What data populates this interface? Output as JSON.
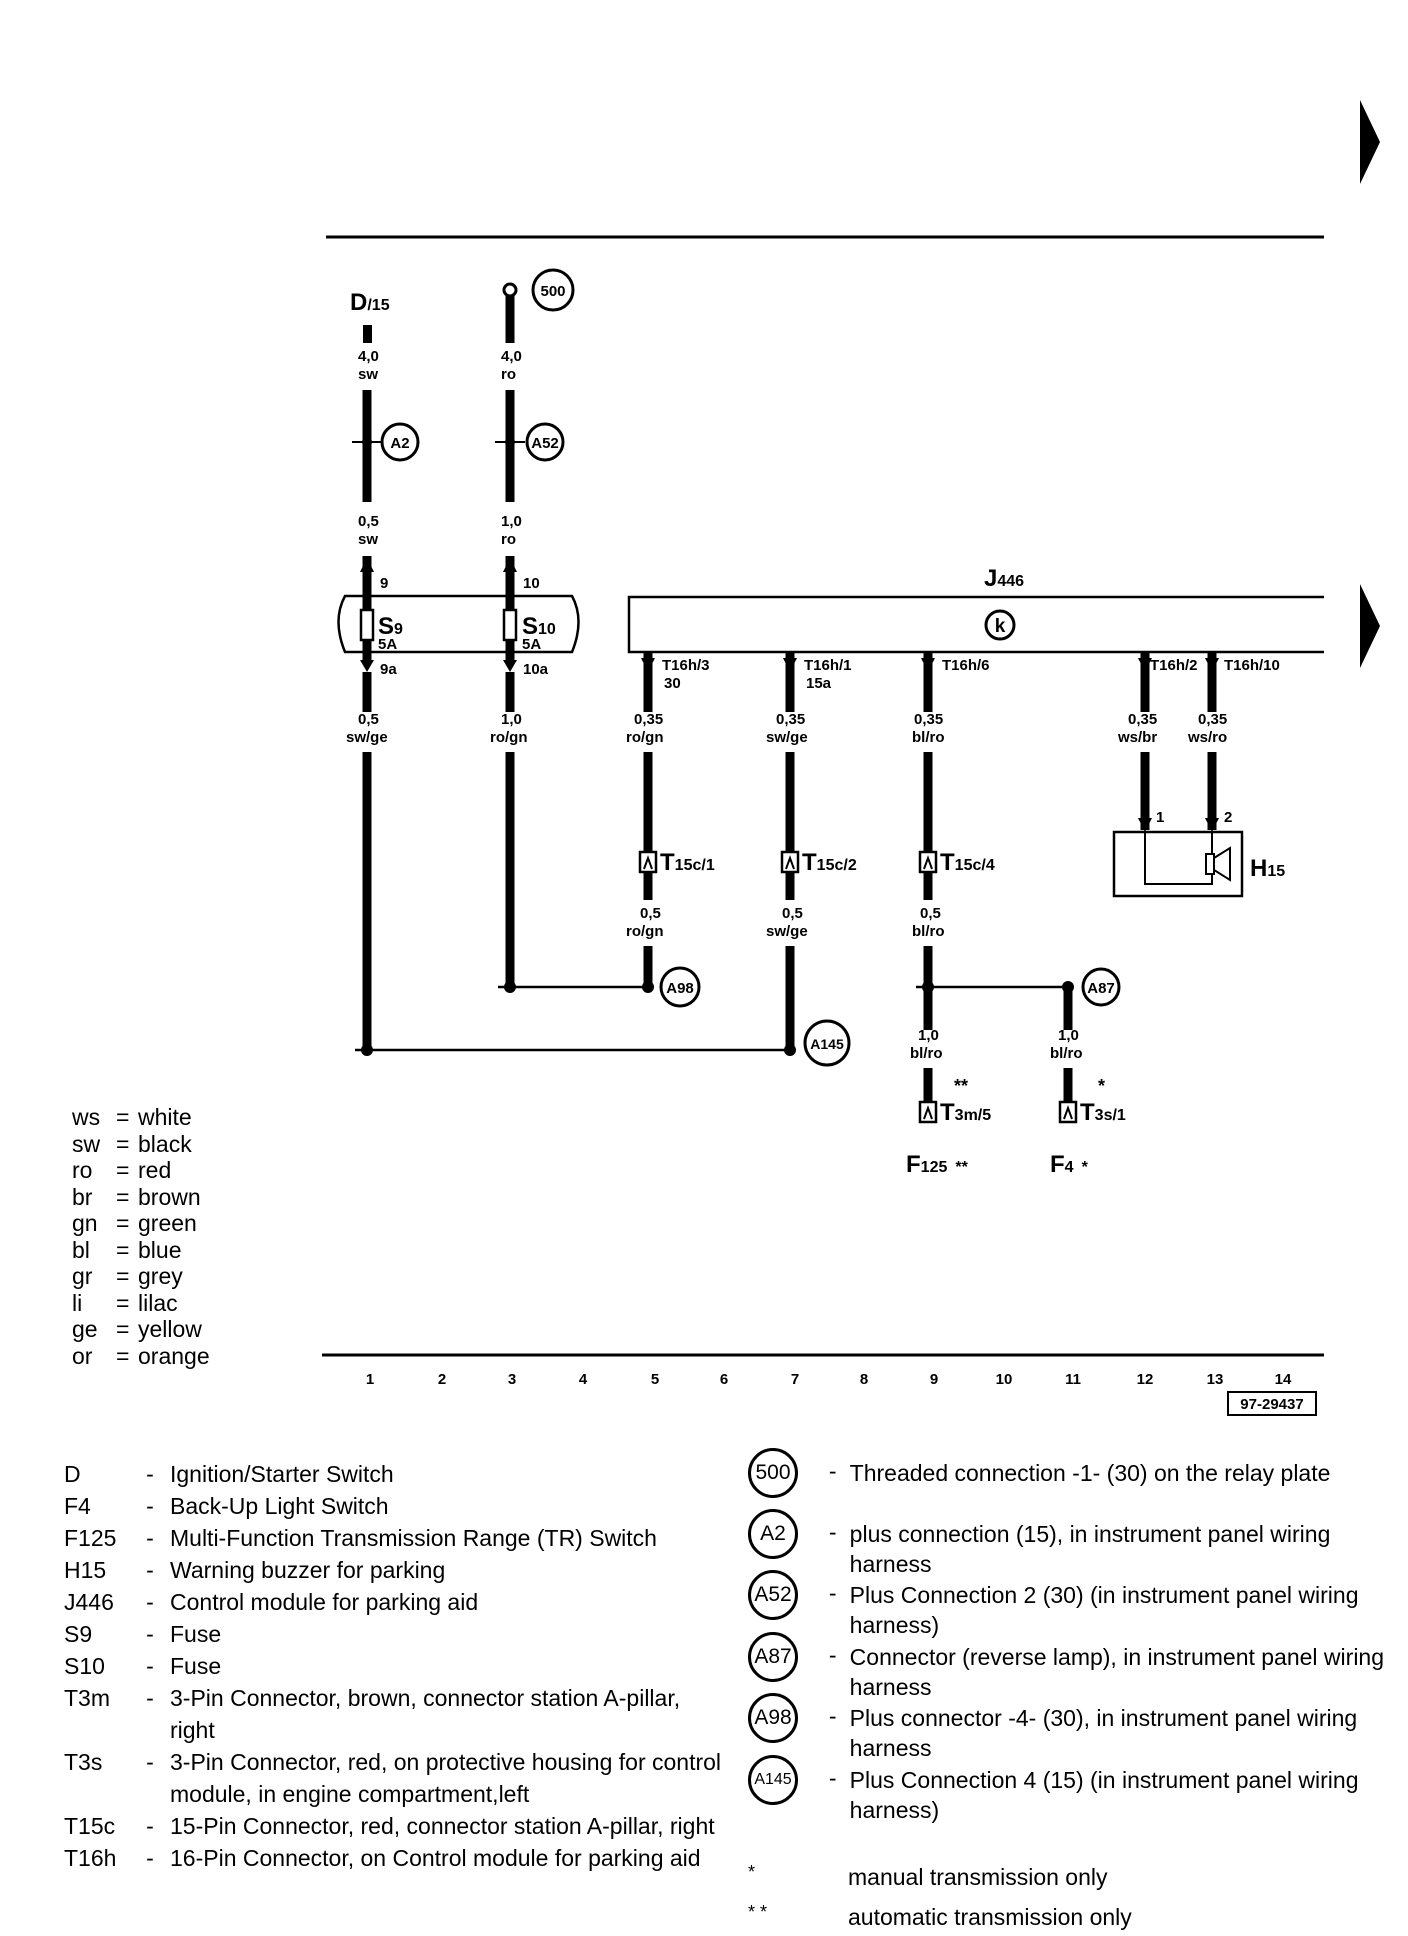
{
  "top_rule": true,
  "nodes": {
    "d15": {
      "main": "D",
      "sub": "/15"
    },
    "j446": {
      "main": "J",
      "sub": "446"
    },
    "k_symbol": "k",
    "h15": {
      "main": "H",
      "sub": "15"
    },
    "s9": {
      "main": "S",
      "sub": "9",
      "rating": "5A",
      "pin_in": "9",
      "pin_out": "9a"
    },
    "s10": {
      "main": "S",
      "sub": "10",
      "rating": "5A",
      "pin_in": "10",
      "pin_out": "10a"
    },
    "f125": {
      "main": "F",
      "sub": "125",
      "mark": "**"
    },
    "f4": {
      "main": "F",
      "sub": "4",
      "mark": "*"
    }
  },
  "wires": {
    "w1a": {
      "size": "4,0",
      "color": "sw"
    },
    "w3a": {
      "size": "4,0",
      "color": "ro"
    },
    "w1b": {
      "size": "0,5",
      "color": "sw"
    },
    "w3b": {
      "size": "1,0",
      "color": "ro"
    },
    "w1c": {
      "size": "0,5",
      "color": "sw/ge"
    },
    "w3c": {
      "size": "1,0",
      "color": "ro/gn"
    },
    "w5a": {
      "size": "0,35",
      "color": "ro/gn"
    },
    "w7a": {
      "size": "0,35",
      "color": "sw/ge"
    },
    "w9a": {
      "size": "0,35",
      "color": "bl/ro"
    },
    "w12a": {
      "size": "0,35",
      "color": "ws/br"
    },
    "w13a": {
      "size": "0,35",
      "color": "ws/ro"
    },
    "w5b": {
      "size": "0,5",
      "color": "ro/gn"
    },
    "w7b": {
      "size": "0,5",
      "color": "sw/ge"
    },
    "w9b": {
      "size": "0,5",
      "color": "bl/ro"
    },
    "w9c": {
      "size": "1,0",
      "color": "bl/ro"
    },
    "w11c": {
      "size": "1,0",
      "color": "bl/ro"
    }
  },
  "pins": {
    "t16h3": {
      "label": "T16h/3",
      "term": "30"
    },
    "t16h1": {
      "label": "T16h/1",
      "term": "15a"
    },
    "t16h6": {
      "label": "T16h/6"
    },
    "t16h2": {
      "label": "T16h/2"
    },
    "t16h10": {
      "label": "T16h/10"
    },
    "h15_1": "1",
    "h15_2": "2"
  },
  "connectors": {
    "t15c1": {
      "main": "T",
      "sub": "15c/1"
    },
    "t15c2": {
      "main": "T",
      "sub": "15c/2"
    },
    "t15c4": {
      "main": "T",
      "sub": "15c/4"
    },
    "t3m5": {
      "main": "T",
      "sub": "3m/5",
      "mark": "**"
    },
    "t3s1": {
      "main": "T",
      "sub": "3s/1",
      "mark": "*"
    }
  },
  "circles": {
    "c500": "500",
    "a2": "A2",
    "a52": "A52",
    "a98": "A98",
    "a87": "A87",
    "a145": "A145"
  },
  "columns": [
    "1",
    "2",
    "3",
    "4",
    "5",
    "6",
    "7",
    "8",
    "9",
    "10",
    "11",
    "12",
    "13",
    "14"
  ],
  "ref_code": "97-29437",
  "color_legend": [
    {
      "abbr": "ws",
      "name": "white"
    },
    {
      "abbr": "sw",
      "name": "black"
    },
    {
      "abbr": "ro",
      "name": "red"
    },
    {
      "abbr": "br",
      "name": "brown"
    },
    {
      "abbr": "gn",
      "name": "green"
    },
    {
      "abbr": "bl",
      "name": "blue"
    },
    {
      "abbr": "gr",
      "name": "grey"
    },
    {
      "abbr": "li",
      "name": "lilac"
    },
    {
      "abbr": "ge",
      "name": "yellow"
    },
    {
      "abbr": "or",
      "name": "orange"
    }
  ],
  "component_legend": [
    {
      "code": "D",
      "desc": "Ignition/Starter Switch"
    },
    {
      "code": "F4",
      "desc": "Back-Up Light Switch"
    },
    {
      "code": "F125",
      "desc": "Multi-Function Transmission Range (TR) Switch"
    },
    {
      "code": "H15",
      "desc": "Warning buzzer for parking"
    },
    {
      "code": "J446",
      "desc": "Control module for parking aid"
    },
    {
      "code": "S9",
      "desc": "Fuse"
    },
    {
      "code": "S10",
      "desc": "Fuse"
    },
    {
      "code": "T3m",
      "desc": "3-Pin Connector, brown, connector station A-pillar, right"
    },
    {
      "code": "T3s",
      "desc": "3-Pin Connector, red, on protective housing for control module, in engine compartment,left"
    },
    {
      "code": "T15c",
      "desc": "15-Pin Connector, red, connector station A-pillar, right"
    },
    {
      "code": "T16h",
      "desc": "16-Pin Connector, on Control module for parking aid"
    }
  ],
  "connection_legend": [
    {
      "code": "500",
      "desc": "Threaded connection -1- (30) on the relay plate"
    },
    {
      "code": "A2",
      "desc": "plus connection (15), in instrument panel wiring harness"
    },
    {
      "code": "A52",
      "desc": "Plus Connection 2 (30) (in instrument panel wiring harness)"
    },
    {
      "code": "A87",
      "desc": "Connector (reverse lamp), in instrument panel wiring harness"
    },
    {
      "code": "A98",
      "desc": "Plus connector -4- (30), in instrument panel wiring harness"
    },
    {
      "code": "A145",
      "desc": "Plus Connection 4 (15) (in instrument panel wiring harness)"
    }
  ],
  "notes": [
    {
      "mark": "*",
      "desc": "manual transmission only"
    },
    {
      "mark": "* *",
      "desc": "automatic transmission only"
    }
  ]
}
